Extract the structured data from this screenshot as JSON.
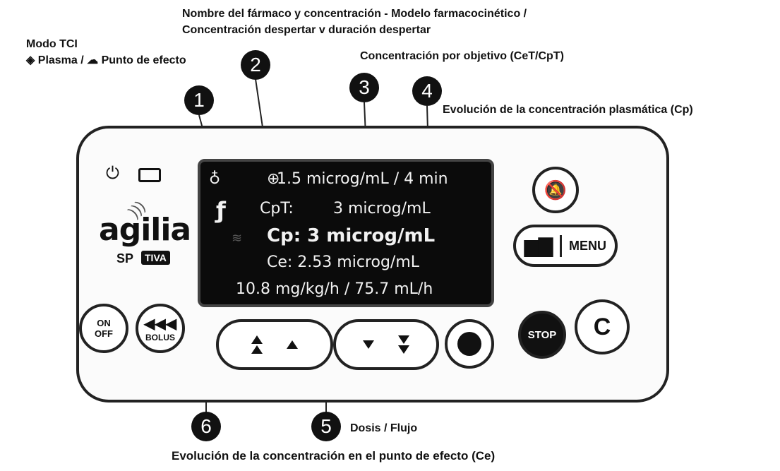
{
  "labels": {
    "modo_tci": "Modo TCI",
    "plasma_efecto": "Plasma / ",
    "punto_efecto": "Punto de efecto",
    "farmaco_line1": "Nombre del fármaco y concentración - Modelo farmacocinético /",
    "farmaco_line2": "Concentración despertar v duración despertar",
    "objetivo": "Concentración por objetivo (CeT/CpT)",
    "evolucion_cp": "Evolución de la concentración plasmática (Cp)",
    "dosis_flujo": "Dosis / Flujo",
    "evolucion_ce": "Evolución de la concentración en el punto de efecto (Ce)"
  },
  "callouts": [
    "1",
    "2",
    "3",
    "4",
    "5",
    "6"
  ],
  "device": {
    "brand": "agilia",
    "model": "SP",
    "badge": "TIVA",
    "menu_label": "MENU",
    "stop_label": "STOP",
    "on_label": "ON",
    "off_label": "OFF",
    "bolus_label": "BOLUS",
    "clear_label": "C"
  },
  "screen": {
    "row1": "1.5 microg/mL / 4 min",
    "row2_key": "CpT:",
    "row2_val": "3 microg/mL",
    "row3": "Cp: 3 microg/mL",
    "row4": "Ce: 2.53 microg/mL",
    "row5": "10.8 mg/kg/h / 75.7 mL/h"
  },
  "icons": [
    "plasma-drop-icon",
    "effect-site-icon",
    "plug-icon",
    "battery-icon",
    "wifi-icon",
    "alarm-silence-icon",
    "chart-icon"
  ]
}
